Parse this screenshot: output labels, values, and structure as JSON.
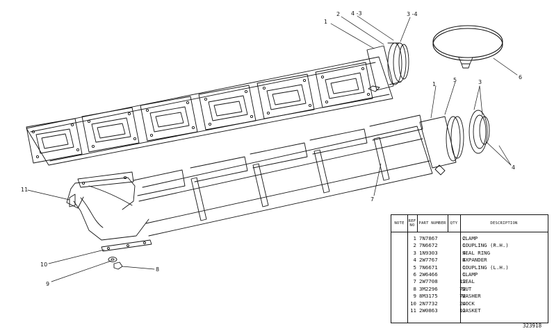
{
  "callouts": {
    "c1a": "1",
    "c2": "2",
    "c43": "4 -3",
    "c34": "3 -4",
    "c6": "6",
    "c1b": "1",
    "c5": "5",
    "c3": "3",
    "c4": "4",
    "c7": "7",
    "c11": "11",
    "c10": "10",
    "c9": "9",
    "c8": "8"
  },
  "table": {
    "headers": {
      "note": "NOTE",
      "ref_no": "REF NO",
      "part_number": "PART NUMBER",
      "qty": "QTY",
      "description": "DESCRIPTION"
    },
    "rows": [
      {
        "no": "1",
        "part": "7N7867",
        "qty": "2",
        "desc": "CLAMP"
      },
      {
        "no": "2",
        "part": "7N6672",
        "qty": "1",
        "desc": "COUPLING  (R.H.)"
      },
      {
        "no": "3",
        "part": "1N9303",
        "qty": "4",
        "desc": "SEAL   RING"
      },
      {
        "no": "4",
        "part": "2W7767",
        "qty": "4",
        "desc": "EXPANDER"
      },
      {
        "no": "5",
        "part": "7N6671",
        "qty": "1",
        "desc": "COUPLING  (L.H.)"
      },
      {
        "no": "6",
        "part": "2W6466",
        "qty": "1",
        "desc": "CLAMP"
      },
      {
        "no": "7",
        "part": "2W7708",
        "qty": "12",
        "desc": "SEAL"
      },
      {
        "no": "8",
        "part": "3M2296",
        "qty": "72",
        "desc": "NUT"
      },
      {
        "no": "9",
        "part": "8M3175",
        "qty": "72",
        "desc": "WASHER"
      },
      {
        "no": "10",
        "part": "2N7732",
        "qty": "24",
        "desc": "LOCK"
      },
      {
        "no": "11",
        "part": "2W0863",
        "qty": "12",
        "desc": "GASKET"
      }
    ]
  },
  "figure_id": "323918"
}
